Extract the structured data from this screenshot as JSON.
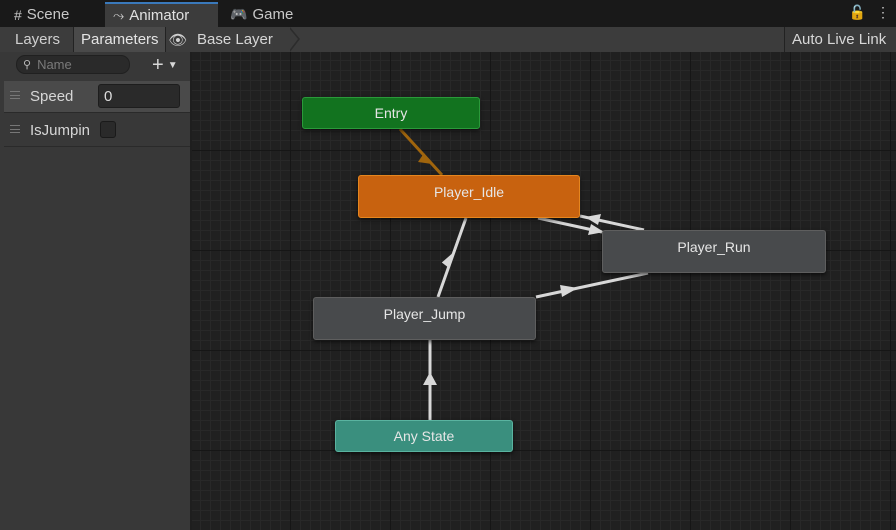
{
  "tabs": [
    {
      "label": "Scene",
      "icon": "grid-icon"
    },
    {
      "label": "Animator",
      "icon": "animator-icon"
    },
    {
      "label": "Game",
      "icon": "gamepad-icon"
    }
  ],
  "tab_icons": {
    "lock": "lock-icon",
    "menu": "kebab-menu-icon"
  },
  "toolbar": {
    "layers_label": "Layers",
    "parameters_label": "Parameters",
    "eye_icon": "eye-icon",
    "breadcrumb": "Base Layer",
    "live_link_label": "Auto Live Link"
  },
  "sidebar": {
    "search_placeholder": "Name",
    "add_icon": "plus-icon",
    "parameters": [
      {
        "name": "Speed",
        "type": "float",
        "value": "0"
      },
      {
        "name": "IsJumpin",
        "type": "bool",
        "value": false
      }
    ]
  },
  "graph": {
    "states": {
      "entry": "Entry",
      "idle": "Player_Idle",
      "run": "Player_Run",
      "jump": "Player_Jump",
      "any": "Any State"
    },
    "colors": {
      "entry": "#12731f",
      "default_state": "#c8620f",
      "state": "#484a4c",
      "any_state": "#3a8f7e",
      "default_transition": "#a0650d",
      "transition": "#d8d8d8"
    }
  }
}
